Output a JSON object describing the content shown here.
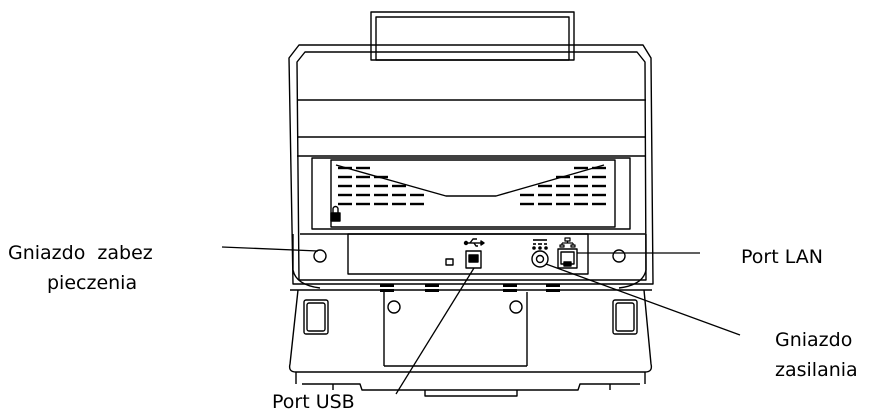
{
  "labels": {
    "security_slot": [
      "Gniazdo  zabez",
      "pieczenia"
    ],
    "lan_port": "Port LAN",
    "power_socket": [
      "Gniazdo",
      "zasilania"
    ],
    "usb_port": "Port USB"
  }
}
